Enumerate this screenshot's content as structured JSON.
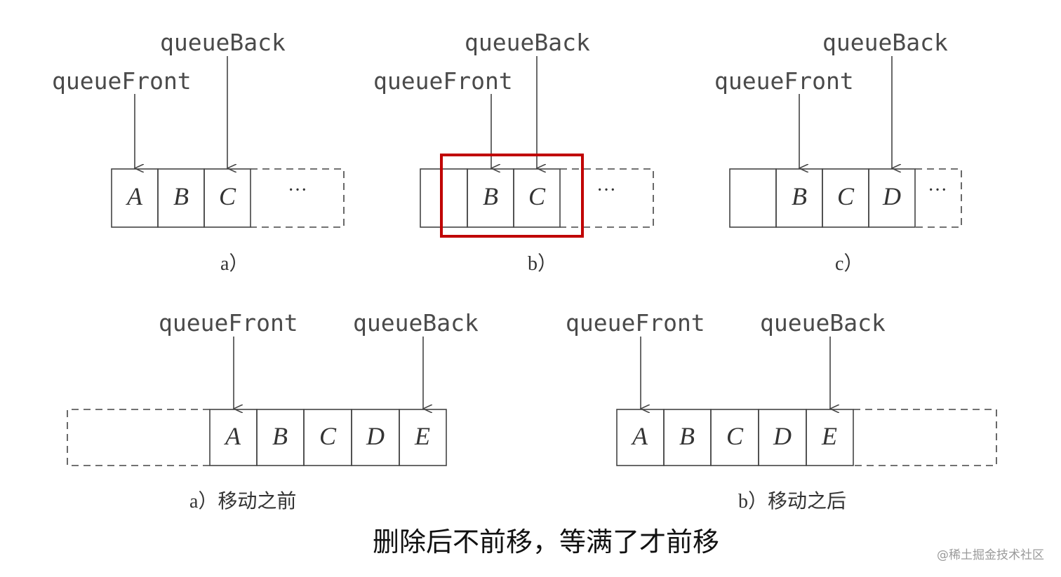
{
  "labels": {
    "front": "queueFront",
    "back": "queueBack",
    "ellipsis": "···"
  },
  "diagrams": {
    "a": {
      "cells": [
        "A",
        "B",
        "C"
      ],
      "sub": "a）"
    },
    "b": {
      "cells": [
        "",
        "B",
        "C"
      ],
      "sub": "b）"
    },
    "c": {
      "cells": [
        "",
        "B",
        "C",
        "D"
      ],
      "sub": "c）"
    },
    "before": {
      "cells": [
        "A",
        "B",
        "C",
        "D",
        "E"
      ],
      "sub": "a）移动之前"
    },
    "after": {
      "cells": [
        "A",
        "B",
        "C",
        "D",
        "E"
      ],
      "sub": "b）移动之后"
    }
  },
  "caption": "删除后不前移，等满了才前移",
  "watermark": "@稀土掘金技术社区",
  "colors": {
    "line": "#444444",
    "highlight": "#c00000"
  }
}
